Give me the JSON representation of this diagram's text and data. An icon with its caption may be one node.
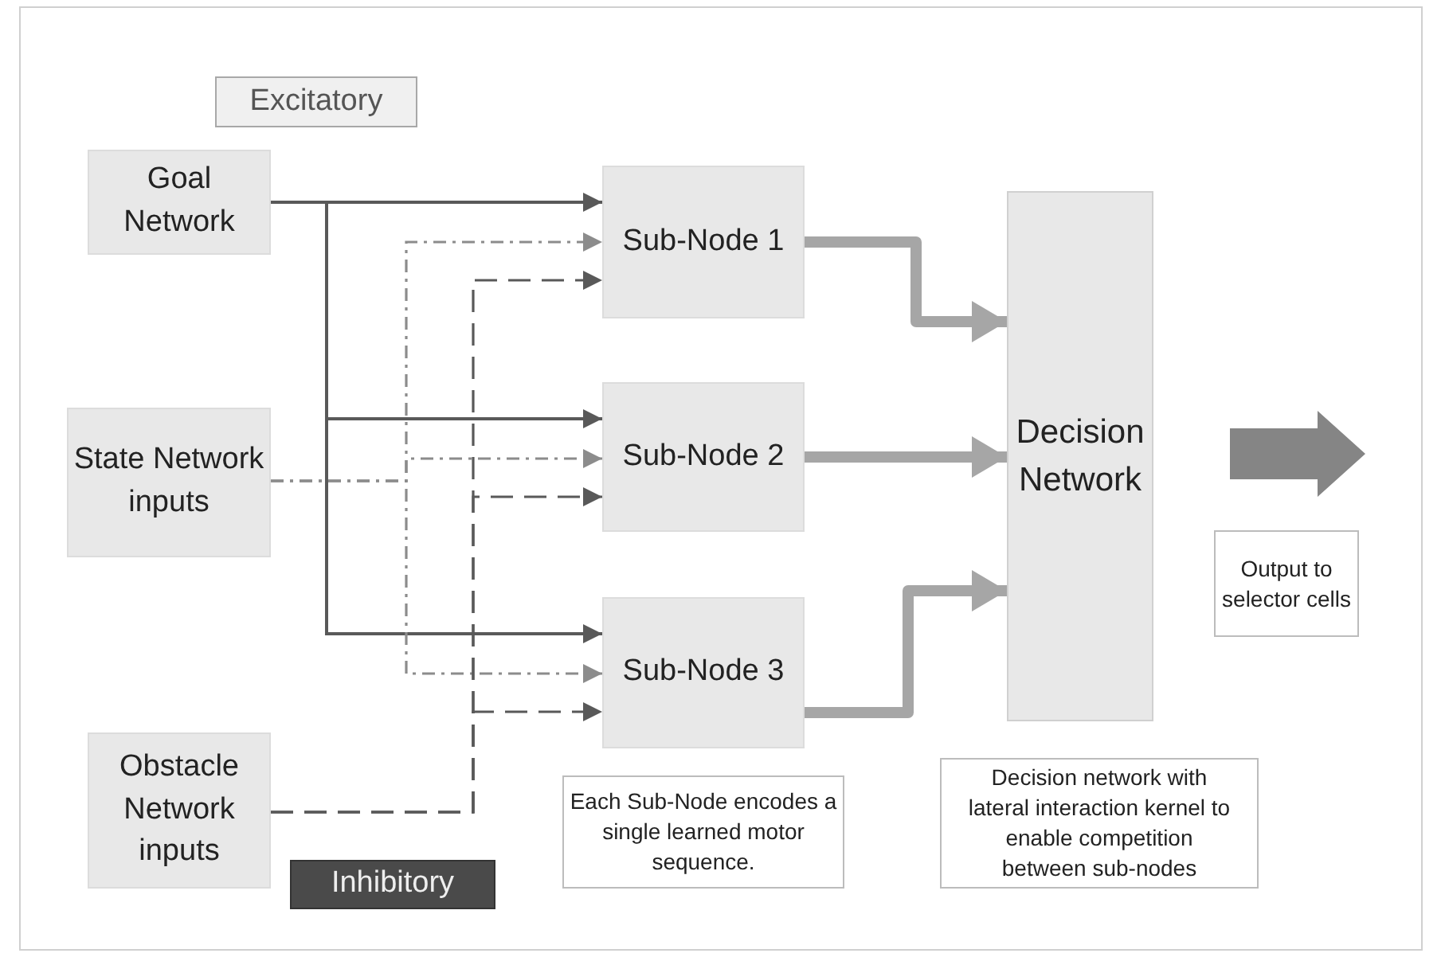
{
  "diagram": {
    "nodes": [
      {
        "text": [
          "Goal Network"
        ]
      },
      {
        "text": [
          "State Network inputs"
        ]
      },
      {
        "text": [
          "Obstacle Network inputs"
        ]
      },
      {
        "text": [
          "Sub-Node 1"
        ]
      },
      {
        "text": [
          "Sub-Node 2"
        ]
      },
      {
        "text": [
          "Sub-Node 3"
        ]
      },
      {
        "text": [
          "Decision Network"
        ]
      },
      {
        "text": [
          "Output to selector cells"
        ]
      },
      {
        "text": [
          "Each Sub-Node encodes a single learned motor sequence."
        ]
      },
      {
        "text": [
          "Decision network with lateral interaction kernel to enable competition between sub-nodes"
        ]
      },
      {
        "text": [
          "Excitatory"
        ]
      },
      {
        "text": [
          "Inhibitory"
        ]
      }
    ],
    "edges": [
      {
        "from": 0,
        "to": 3,
        "arrow": "to"
      },
      {
        "from": 0,
        "to": 4,
        "arrow": "to"
      },
      {
        "from": 0,
        "to": 5,
        "arrow": "to"
      },
      {
        "from": 1,
        "to": 3,
        "arrow": "to",
        "style": "dashed",
        "color": "#8c8c8c"
      },
      {
        "from": 1,
        "to": 4,
        "arrow": "to",
        "style": "dashed",
        "color": "#8c8c8c"
      },
      {
        "from": 1,
        "to": 5,
        "arrow": "to",
        "style": "dashed",
        "color": "#8c8c8c"
      },
      {
        "from": 2,
        "to": 3,
        "arrow": "to",
        "style": "dashed"
      },
      {
        "from": 2,
        "to": 4,
        "arrow": "to",
        "style": "dashed"
      },
      {
        "from": 2,
        "to": 5,
        "arrow": "to",
        "style": "dashed"
      },
      {
        "from": 3,
        "to": 6,
        "arrow": "to",
        "style": "thick",
        "color": "#a6a6a6"
      },
      {
        "from": 4,
        "to": 6,
        "arrow": "to",
        "style": "thick",
        "color": "#a6a6a6"
      },
      {
        "from": 5,
        "to": 6,
        "arrow": "to",
        "style": "thick",
        "color": "#a6a6a6"
      }
    ]
  }
}
